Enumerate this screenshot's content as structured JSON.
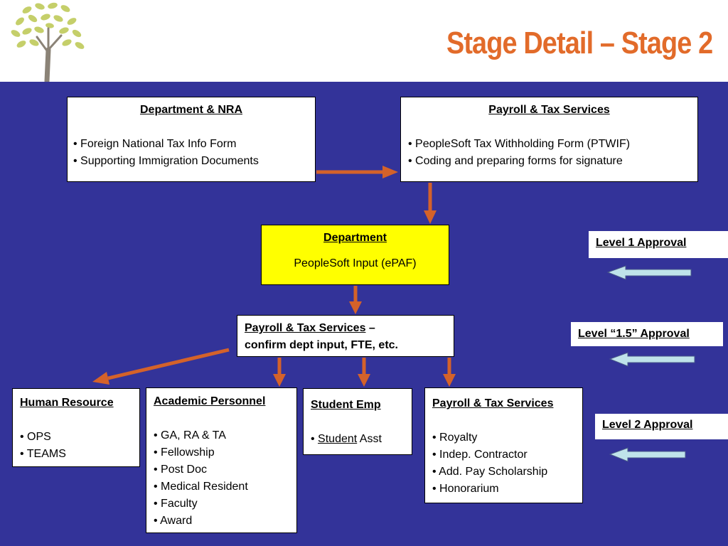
{
  "header": {
    "title": "Stage Detail – Stage 2"
  },
  "boxes": {
    "dept_nra": {
      "title": "Department & NRA",
      "items": [
        "• Foreign National Tax Info Form",
        "• Supporting Immigration Documents"
      ]
    },
    "pts_top": {
      "title": "Payroll & Tax Services",
      "items": [
        "• PeopleSoft Tax Withholding Form (PTWIF)",
        "• Coding and preparing forms for signature"
      ]
    },
    "department": {
      "title": "Department",
      "line": "PeopleSoft Input (ePAF)"
    },
    "pts_mid": {
      "title": "Payroll & Tax Services",
      "suffix": " –",
      "line2": "confirm dept input, FTE, etc."
    },
    "human_resource": {
      "title": "Human Resource",
      "items": [
        "• OPS",
        "• TEAMS"
      ]
    },
    "academic_personnel": {
      "title": "Academic Personnel",
      "items": [
        "• GA, RA & TA",
        "• Fellowship",
        "• Post Doc",
        "• Medical Resident",
        "• Faculty",
        "• Award"
      ]
    },
    "student_emp": {
      "title": "Student Emp",
      "bullet": "• ",
      "item_underlined": "Student",
      "item_rest": " Asst"
    },
    "pts_bottom": {
      "title": "Payroll & Tax Services",
      "items": [
        "• Royalty",
        "• Indep. Contractor",
        "• Add. Pay Scholarship",
        "• Honorarium"
      ]
    }
  },
  "levels": {
    "level1": "Level 1 Approval",
    "level15": "Level “1.5” Approval",
    "level2": "Level 2 Approval"
  },
  "colors": {
    "background": "#333399",
    "title": "#e26b2a",
    "arrow": "#d4622a",
    "approval_arrow": "#bfe3ea",
    "highlight": "#ffff00"
  },
  "icons": {
    "logo": "tree-logo-icon"
  }
}
